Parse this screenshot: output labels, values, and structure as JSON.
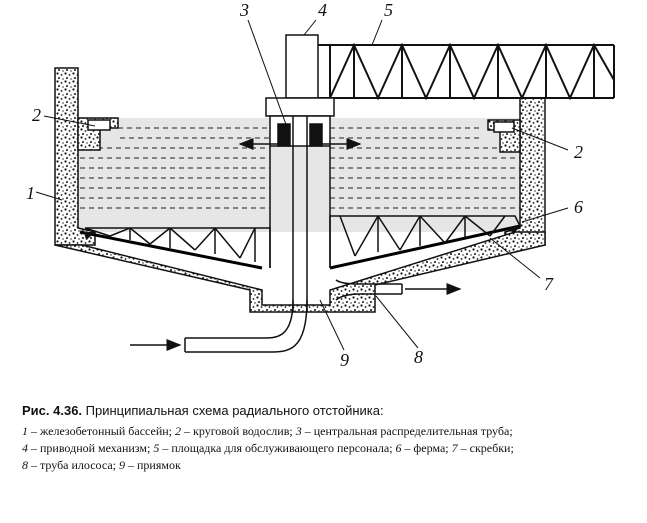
{
  "labels": {
    "l1": "1",
    "l2a": "2",
    "l2b": "2",
    "l3": "3",
    "l4": "4",
    "l5": "5",
    "l6": "6",
    "l7": "7",
    "l8": "8",
    "l9": "9"
  },
  "caption": {
    "number": "Рис. 4.36.",
    "title": "Принципиальная схема радиального отстойника:",
    "legend": [
      {
        "n": "1",
        "text": " – железобетонный бассейн; "
      },
      {
        "n": "2",
        "text": " – круговой водослив; "
      },
      {
        "n": "3",
        "text": " – центральная распределительная труба;"
      },
      {
        "n": "4",
        "text": " – приводной механизм; "
      },
      {
        "n": "5",
        "text": " – площадка для обслуживающего персонала; "
      },
      {
        "n": "6",
        "text": " – ферма; "
      },
      {
        "n": "7",
        "text": " – скребки;"
      },
      {
        "n": "8",
        "text": " – труба илососа; "
      },
      {
        "n": "9",
        "text": " – приямок"
      }
    ]
  }
}
